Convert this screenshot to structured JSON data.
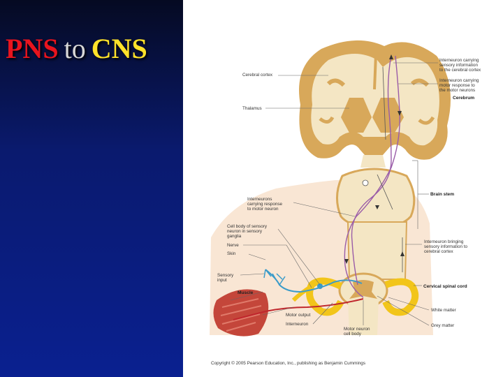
{
  "slide": {
    "title_part1": "PNS",
    "title_part2": "to",
    "title_part3": "CNS"
  },
  "colors": {
    "title_red": "#e8141e",
    "title_yellow": "#ffe22a",
    "panel_blue": "#0a2090",
    "tissue_tan": "#d8a85a",
    "tissue_cream": "#f4e6c4",
    "pathway_purple": "#9a5ca8",
    "nerve_yellow": "#f2c51a",
    "muscle_red": "#c4463a"
  },
  "diagram": {
    "labels": {
      "cerebral_cortex": "Cerebral cortex",
      "thalamus": "Thalamus",
      "interneuron_sensory_1": "Interneuron carrying",
      "interneuron_sensory_2": "sensory information",
      "interneuron_sensory_3": "to the cerebral cortex",
      "interneuron_motor_1": "Interneuron carrying",
      "interneuron_motor_2": "motor response to",
      "interneuron_motor_3": "the motor neurons",
      "cerebrum": "Cerebrum",
      "brain_stem": "Brain stem",
      "interneurons_response_1": "Interneurons",
      "interneurons_response_2": "carrying response",
      "interneurons_response_3": "to motor neuron",
      "cell_body_sensory_1": "Cell body of sensory",
      "cell_body_sensory_2": "neuron in sensory",
      "cell_body_sensory_3": "ganglia",
      "nerve": "Nerve",
      "skin": "Skin",
      "sensory_input_1": "Sensory",
      "sensory_input_2": "input",
      "muscle": "Muscle",
      "motor_output": "Motor output",
      "interneuron": "Interneuron",
      "motor_neuron_cell_body_1": "Motor neuron",
      "motor_neuron_cell_body_2": "cell body",
      "interneuron_bringing_1": "Interneuron bringing",
      "interneuron_bringing_2": "sensory information to",
      "interneuron_bringing_3": "cerebral cortex",
      "cervical_spinal_cord": "Cervical spinal cord",
      "white_matter": "White matter",
      "grey_matter": "Grey matter"
    },
    "copyright": "Copyright © 2005 Pearson Education, Inc., publishing as Benjamin Cummings"
  }
}
